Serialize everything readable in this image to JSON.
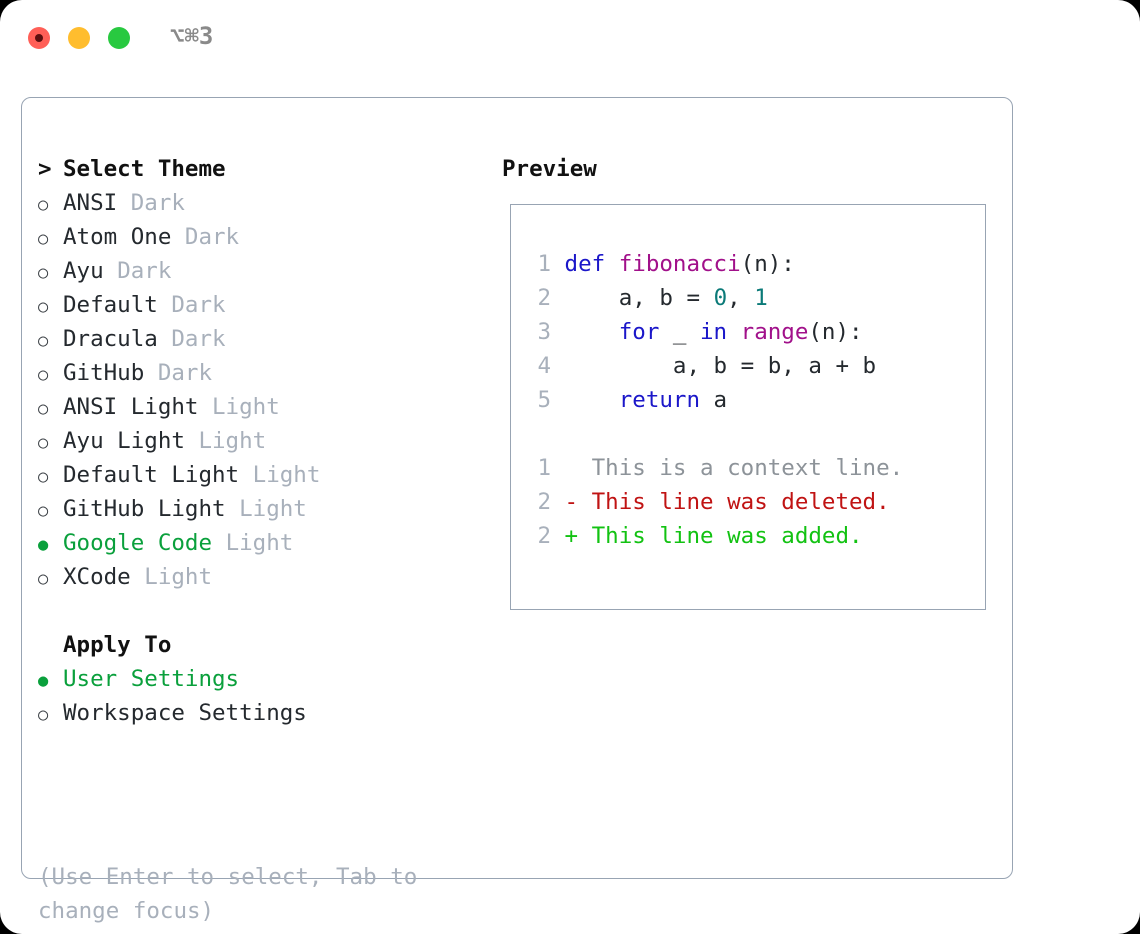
{
  "titlebar": {
    "shortcut": "⌥⌘3",
    "buttons": [
      {
        "name": "close",
        "color": "#ff5f57"
      },
      {
        "name": "minimize",
        "color": "#ffbd2e"
      },
      {
        "name": "zoom",
        "color": "#28c940"
      }
    ]
  },
  "theme_picker": {
    "header_marker": ">",
    "header": "Select Theme",
    "items": [
      {
        "marker": "○",
        "name": "ANSI",
        "variant": "Dark",
        "selected": false
      },
      {
        "marker": "○",
        "name": "Atom One",
        "variant": "Dark",
        "selected": false
      },
      {
        "marker": "○",
        "name": "Ayu",
        "variant": "Dark",
        "selected": false
      },
      {
        "marker": "○",
        "name": "Default",
        "variant": "Dark",
        "selected": false
      },
      {
        "marker": "○",
        "name": "Dracula",
        "variant": "Dark",
        "selected": false
      },
      {
        "marker": "○",
        "name": "GitHub",
        "variant": "Dark",
        "selected": false
      },
      {
        "marker": "○",
        "name": "ANSI Light",
        "variant": "Light",
        "selected": false
      },
      {
        "marker": "○",
        "name": "Ayu Light",
        "variant": "Light",
        "selected": false
      },
      {
        "marker": "○",
        "name": "Default Light",
        "variant": "Light",
        "selected": false
      },
      {
        "marker": "○",
        "name": "GitHub Light",
        "variant": "Light",
        "selected": false
      },
      {
        "marker": "●",
        "name": "Google Code",
        "variant": "Light",
        "selected": true
      },
      {
        "marker": "○",
        "name": "XCode",
        "variant": "Light",
        "selected": false
      }
    ]
  },
  "apply_to": {
    "header": "Apply To",
    "items": [
      {
        "marker": "●",
        "name": "User Settings",
        "selected": true
      },
      {
        "marker": "○",
        "name": "Workspace Settings",
        "selected": false
      }
    ]
  },
  "hint": "(Use Enter to select, Tab to change focus)",
  "preview": {
    "label": "Preview",
    "code_lines": [
      {
        "no": "1",
        "tokens": [
          {
            "t": "def",
            "c": "kw"
          },
          {
            "t": " ",
            "c": "txt"
          },
          {
            "t": "fibonacci",
            "c": "fn"
          },
          {
            "t": "(n):",
            "c": "txt"
          }
        ]
      },
      {
        "no": "2",
        "tokens": [
          {
            "t": "    a, b = ",
            "c": "txt"
          },
          {
            "t": "0",
            "c": "num"
          },
          {
            "t": ", ",
            "c": "txt"
          },
          {
            "t": "1",
            "c": "num"
          }
        ]
      },
      {
        "no": "3",
        "tokens": [
          {
            "t": "    ",
            "c": "txt"
          },
          {
            "t": "for",
            "c": "kw"
          },
          {
            "t": " _ ",
            "c": "txt"
          },
          {
            "t": "in",
            "c": "kw"
          },
          {
            "t": " ",
            "c": "txt"
          },
          {
            "t": "range",
            "c": "fn"
          },
          {
            "t": "(n):",
            "c": "txt"
          }
        ]
      },
      {
        "no": "4",
        "tokens": [
          {
            "t": "        a, b = b, a + b",
            "c": "txt"
          }
        ]
      },
      {
        "no": "5",
        "tokens": [
          {
            "t": "    ",
            "c": "txt"
          },
          {
            "t": "return",
            "c": "kw"
          },
          {
            "t": " a",
            "c": "txt"
          }
        ]
      }
    ],
    "diff_lines": [
      {
        "no": "1",
        "text": "  This is a context line.",
        "kind": "ctx"
      },
      {
        "no": "2",
        "text": "- This line was deleted.",
        "kind": "del"
      },
      {
        "no": "2",
        "text": "+ This line was added.",
        "kind": "add"
      }
    ]
  },
  "colors": {
    "accent_green": "#0aa03c",
    "muted": "#a8b0bb",
    "border": "#98a4b3",
    "keyword": "#1b17c9",
    "function": "#a1108a",
    "number": "#0b7a78",
    "diff_deleted": "#c01313",
    "diff_added": "#12c212",
    "diff_context": "#8d9399"
  }
}
